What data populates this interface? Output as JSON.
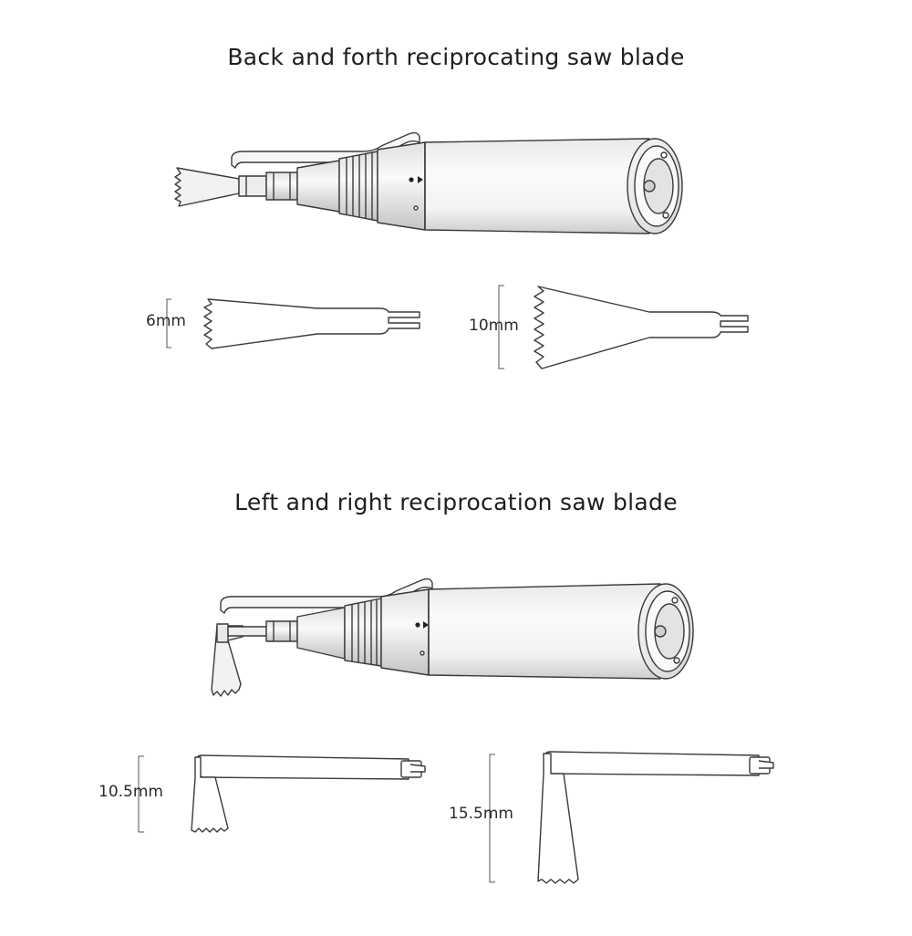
{
  "sections": [
    {
      "title": "Back and forth reciprocating saw blade",
      "blades": [
        {
          "size_label": "6mm"
        },
        {
          "size_label": "10mm"
        }
      ]
    },
    {
      "title": "Left and right reciprocation saw blade",
      "blades": [
        {
          "size_label": "10.5mm"
        },
        {
          "size_label": "15.5mm"
        }
      ]
    }
  ],
  "colors": {
    "line": "#3a3a3a",
    "body_light": "#f4f4f4",
    "body_shade": "#cfcfcf",
    "text": "#222222"
  }
}
